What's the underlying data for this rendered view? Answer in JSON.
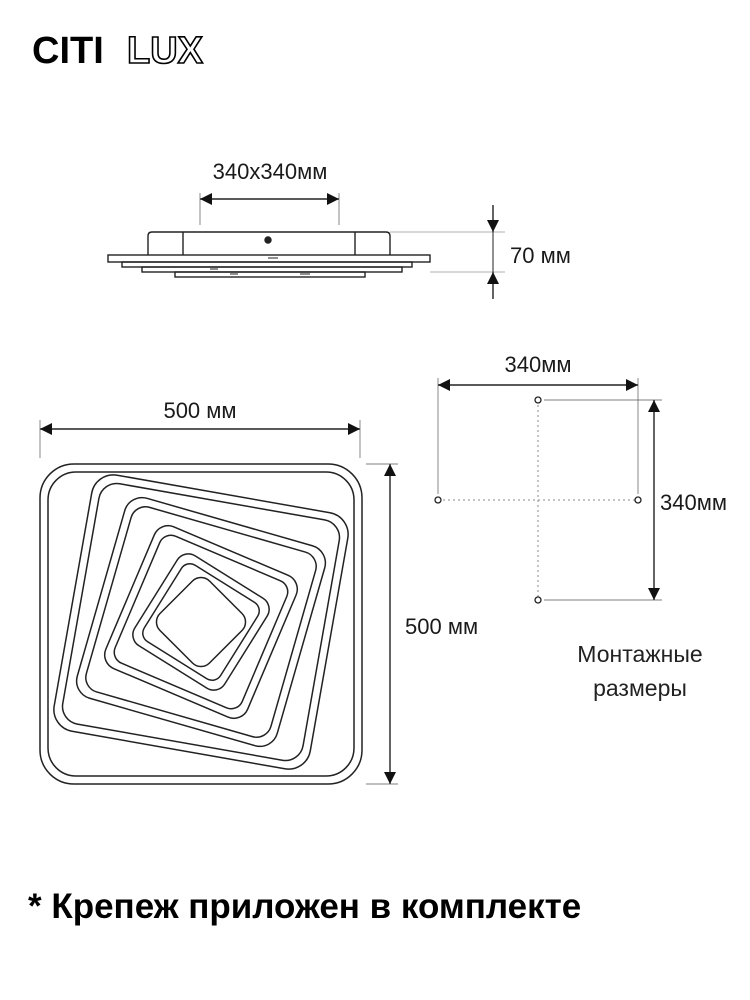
{
  "brand": {
    "part1": "CITI",
    "part2": "LUX"
  },
  "side_view": {
    "width_label": "340x340мм",
    "height_label": "70 мм"
  },
  "top_view": {
    "width_label": "500 мм",
    "height_label": "500 мм"
  },
  "mounting": {
    "width_label": "340мм",
    "height_label": "340мм",
    "caption_line1": "Монтажные",
    "caption_line2": "размеры"
  },
  "footnote": "* Крепеж приложен в комплекте"
}
